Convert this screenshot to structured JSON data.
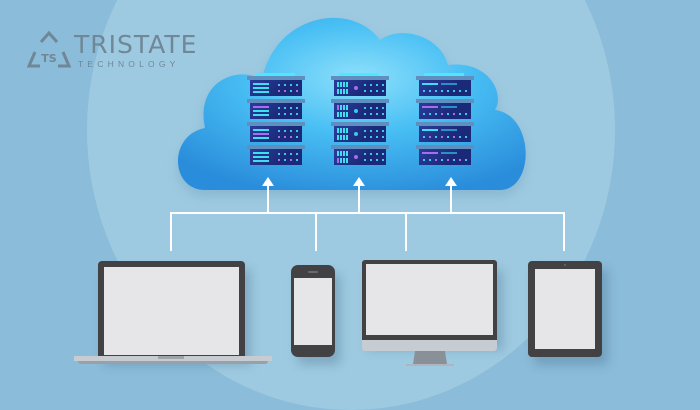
{
  "logo": {
    "name": "TRISTATE",
    "tagline": "TECHNOLOGY",
    "mark_text": "TS"
  },
  "diagram": {
    "title": "Cloud server infrastructure connected to client devices",
    "cloud": {
      "racks": [
        {
          "id": "rack-1",
          "units": 4,
          "style": "horizontal-bars"
        },
        {
          "id": "rack-2",
          "units": 4,
          "style": "vertical-bars"
        },
        {
          "id": "rack-3",
          "units": 4,
          "style": "dot-rows"
        }
      ]
    },
    "devices": [
      "laptop",
      "smartphone",
      "desktop-monitor",
      "tablet"
    ],
    "connections": "devices connect via a shared bus to three upward arrows into the cloud"
  },
  "colors": {
    "background": "#8bbcd9",
    "circle": "#9ecae1",
    "cloud_top": "#7ad8f8",
    "cloud_bottom": "#2b8fdc",
    "server": "#1f2f86",
    "device_frame": "#424244",
    "device_screen": "#e6e6e8",
    "logo": "#6f8797",
    "connector": "#ffffff"
  }
}
